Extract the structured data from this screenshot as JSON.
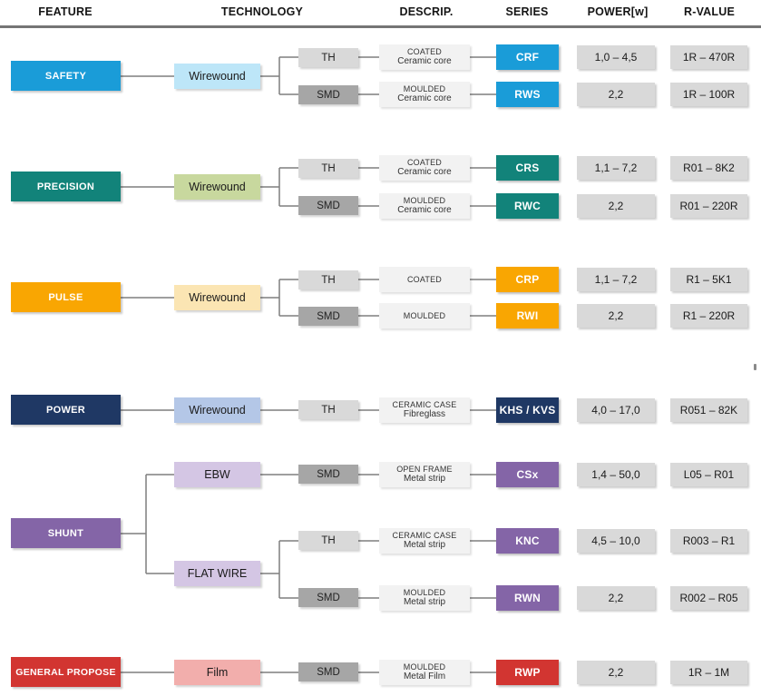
{
  "palette": {
    "safety_blue": "#1A9CD8",
    "safety_light": "#BDE6F8",
    "precision_teal": "#12837A",
    "precision_light": "#C8D89E",
    "pulse_orange": "#F9A602",
    "pulse_light": "#FBE5B3",
    "power_navy": "#1F3864",
    "power_light": "#B4C7E7",
    "shunt_purple": "#8465A7",
    "shunt_light": "#D4C6E4",
    "general_red": "#D23531",
    "general_light": "#F2AEAC",
    "th_gray": "#D9D9D9",
    "smd_gray": "#A6A6A6",
    "descrip_bg": "#F2F2F2",
    "value_bg": "#D9D9D9",
    "connector_gray": "#7F7F7F"
  },
  "header": {
    "feature": "FEATURE",
    "technology": "TECHNOLOGY",
    "descrip": "DESCRIP.",
    "series": "SERIES",
    "power": "POWER[w]",
    "rvalue": "R-VALUE"
  },
  "groups": [
    {
      "feature": "SAFETY",
      "technologies": [
        "Wirewound"
      ],
      "rows": [
        {
          "mount": "TH",
          "desc1": "COATED",
          "desc2": "Ceramic core",
          "series": "CRF",
          "power": "1,0 – 4,5",
          "rvalue": "1R – 470R"
        },
        {
          "mount": "SMD",
          "desc1": "MOULDED",
          "desc2": "Ceramic core",
          "series": "RWS",
          "power": "2,2",
          "rvalue": "1R – 100R"
        }
      ]
    },
    {
      "feature": "PRECISION",
      "technologies": [
        "Wirewound"
      ],
      "rows": [
        {
          "mount": "TH",
          "desc1": "COATED",
          "desc2": "Ceramic core",
          "series": "CRS",
          "power": "1,1 – 7,2",
          "rvalue": "R01 – 8K2"
        },
        {
          "mount": "SMD",
          "desc1": "MOULDED",
          "desc2": "Ceramic core",
          "series": "RWC",
          "power": "2,2",
          "rvalue": "R01 – 220R"
        }
      ]
    },
    {
      "feature": "PULSE",
      "technologies": [
        "Wirewound"
      ],
      "rows": [
        {
          "mount": "TH",
          "desc1": "COATED",
          "desc2": "",
          "series": "CRP",
          "power": "1,1 – 7,2",
          "rvalue": "R1 – 5K1"
        },
        {
          "mount": "SMD",
          "desc1": "MOULDED",
          "desc2": "",
          "series": "RWI",
          "power": "2,2",
          "rvalue": "R1 – 220R"
        }
      ]
    },
    {
      "feature": "POWER",
      "technologies": [
        "Wirewound"
      ],
      "rows": [
        {
          "mount": "TH",
          "desc1": "CERAMIC CASE",
          "desc2": "Fibreglass",
          "series": "KHS / KVS",
          "power": "4,0 – 17,0",
          "rvalue": "R051 – 82K"
        }
      ]
    },
    {
      "feature": "SHUNT",
      "technologies": [
        "EBW",
        "FLAT WIRE"
      ],
      "rows": [
        {
          "mount": "SMD",
          "desc1": "OPEN FRAME",
          "desc2": "Metal strip",
          "series": "CSx",
          "power": "1,4 – 50,0",
          "rvalue": "L05 – R01"
        },
        {
          "mount": "TH",
          "desc1": "CERAMIC CASE",
          "desc2": "Metal strip",
          "series": "KNC",
          "power": "4,5 – 10,0",
          "rvalue": "R003 – R1"
        },
        {
          "mount": "SMD",
          "desc1": "MOULDED",
          "desc2": "Metal strip",
          "series": "RWN",
          "power": "2,2",
          "rvalue": "R002 – R05"
        }
      ]
    },
    {
      "feature": "GENERAL PROPOSE",
      "technologies": [
        "Film"
      ],
      "rows": [
        {
          "mount": "SMD",
          "desc1": "MOULDED",
          "desc2": "Metal Film",
          "series": "RWP",
          "power": "2,2",
          "rvalue": "1R – 1M"
        }
      ]
    }
  ]
}
